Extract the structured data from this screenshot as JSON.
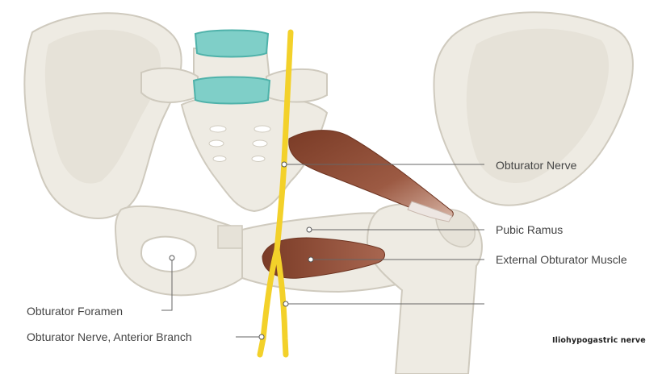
{
  "labels": {
    "obturator_nerve": "Obturator Nerve",
    "pubic_ramus": "Pubic Ramus",
    "external_obturator_muscle": "External Obturator Muscle",
    "obturator_foramen": "Obturator Foramen",
    "anterior_branch": "Obturator Nerve, Anterior Branch",
    "watermark": "Iliohypogastric nerve"
  },
  "colors": {
    "bone_fill": "#eeebe3",
    "bone_stroke": "#cfcabe",
    "bone_shade": "#e0dcd1",
    "disc": "#7fcfc8",
    "disc_dark": "#4fb2aa",
    "nerve": "#f3d12a",
    "muscle": "#8a4a32",
    "muscle_light": "#b5705a",
    "leader": "#666666",
    "text": "#444444"
  }
}
